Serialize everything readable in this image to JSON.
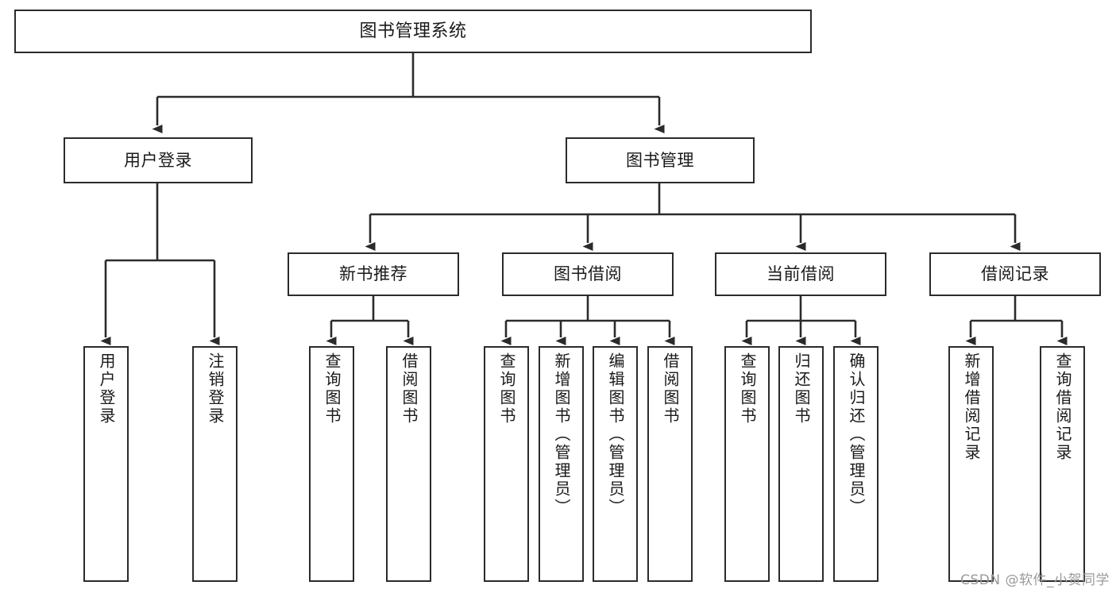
{
  "diagram": {
    "title": "图书管理系统",
    "type": "tree-hierarchy-chart",
    "watermark": "CSDN @软件_小贺同学",
    "colors": {
      "background": "#ffffff",
      "box_border": "#2b2b2b",
      "connector": "#2b2b2b",
      "text": "#1a1a1a",
      "watermark": "#9a9a9a"
    }
  },
  "nodes": {
    "root": {
      "label": "图书管理系统"
    },
    "level2": [
      {
        "label": "用户登录"
      },
      {
        "label": "图书管理"
      }
    ],
    "level3": [
      {
        "label": "新书推荐"
      },
      {
        "label": "图书借阅"
      },
      {
        "label": "当前借阅"
      },
      {
        "label": "借阅记录"
      }
    ],
    "leaves_user_login": [
      {
        "label": "用户登录"
      },
      {
        "label": "注销登录"
      }
    ],
    "leaves_new_book": [
      {
        "label": "查询图书"
      },
      {
        "label": "借阅图书"
      }
    ],
    "leaves_borrow": [
      {
        "label": "查询图书"
      },
      {
        "label": "新增图书（管理员）"
      },
      {
        "label": "编辑图书（管理员）"
      },
      {
        "label": "借阅图书"
      }
    ],
    "leaves_current": [
      {
        "label": "查询图书"
      },
      {
        "label": "归还图书"
      },
      {
        "label": "确认归还（管理员）"
      }
    ],
    "leaves_record": [
      {
        "label": "新增借阅记录"
      },
      {
        "label": "查询借阅记录"
      }
    ]
  }
}
